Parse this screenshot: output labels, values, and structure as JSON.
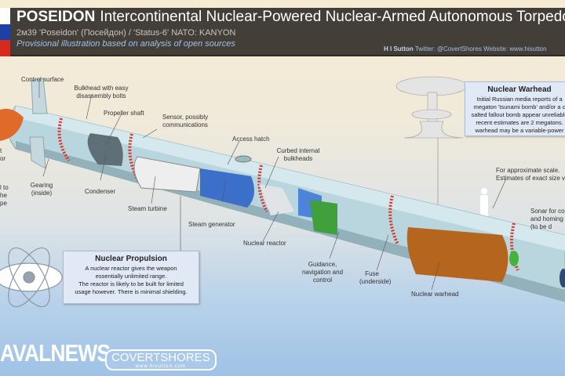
{
  "header": {
    "title_bold": "POSEIDON",
    "title_rest": "Intercontinental Nuclear-Powered Nuclear-Armed Autonomous Torpedo",
    "subtitle": "2м39 'Poseidon' (Посейдон) / 'Status-6' NATO: KANYON",
    "provisional": "Provisional illustration based on analysis of open sources",
    "credit_name": "H I Sutton",
    "credit_rest": "Twitter: @CovertShores Website: www.hisutton",
    "flag_colors": [
      "#ffffff",
      "#1c3fa8",
      "#d52b1e"
    ]
  },
  "labels": {
    "control_surface": "Control surface",
    "bulkhead": "Bulkhead with easy disassembly bolts",
    "propeller_shaft": "Propeller shaft",
    "sensor": "Sensor, possibly communications",
    "access_hatch": "Access hatch",
    "curbed_bulkheads": "Curbed internal bulkheads",
    "gearing": "Gearing (inside)",
    "condenser": "Condenser",
    "steam_turbine": "Steam turbine",
    "steam_generator": "Steam generator",
    "nuclear_reactor": "Nuclear reactor",
    "guidance": "Guidance, navigation and control",
    "fuse": "Fuse (underside)",
    "nuclear_warhead": "Nuclear warhead",
    "scale": "For approximate scale. Estimates of exact size va",
    "sonar": "Sonar for col and homing (to be d",
    "cut_left_1": "t",
    "cut_left_2": "or",
    "cut_left_3": "l to",
    "cut_left_4": "he",
    "cut_left_5": "pe"
  },
  "warhead_box": {
    "title": "Nuclear Warhead",
    "l1": "Initial Russian media reports of a",
    "l2": "megaton 'tsunami bomb' and/or a c",
    "l3": "salted fallout bomb appear unreliable",
    "l4": "recent estimates are 2 megatons.",
    "l5": "warhead may be a variable-power"
  },
  "propulsion_box": {
    "title": "Nuclear Propulsion",
    "l1": "A nuclear reactor gives the weapon",
    "l2": "essentially unlimited range.",
    "l3": "The reactor is likely to be built for limited",
    "l4": "usage however. There is minimal shielding."
  },
  "logos": {
    "navalnews": "AVALNEWS",
    "covertshores": "COVERTSHORES",
    "covertshores_url": "www.hisutton.com"
  }
}
